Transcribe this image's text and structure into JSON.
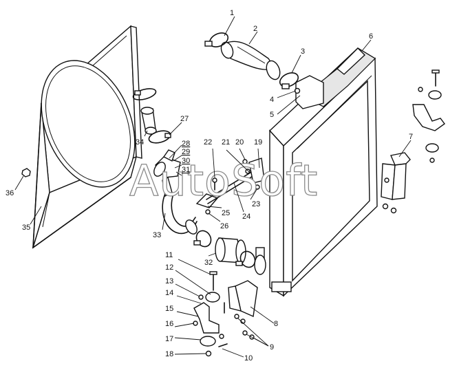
{
  "watermark": "AutoSoft",
  "callouts": [
    {
      "id": "c1",
      "label": "1"
    },
    {
      "id": "c2",
      "label": "2"
    },
    {
      "id": "c3",
      "label": "3"
    },
    {
      "id": "c4",
      "label": "4"
    },
    {
      "id": "c5",
      "label": "5"
    },
    {
      "id": "c6",
      "label": "6"
    },
    {
      "id": "c7",
      "label": "7"
    },
    {
      "id": "c8",
      "label": "8"
    },
    {
      "id": "c9",
      "label": "9"
    },
    {
      "id": "c10",
      "label": "10"
    },
    {
      "id": "c11",
      "label": "11"
    },
    {
      "id": "c12",
      "label": "12"
    },
    {
      "id": "c13",
      "label": "13"
    },
    {
      "id": "c14",
      "label": "14"
    },
    {
      "id": "c15",
      "label": "15"
    },
    {
      "id": "c16",
      "label": "16"
    },
    {
      "id": "c17",
      "label": "17"
    },
    {
      "id": "c18",
      "label": "18"
    },
    {
      "id": "c19",
      "label": "19"
    },
    {
      "id": "c20",
      "label": "20"
    },
    {
      "id": "c21",
      "label": "21"
    },
    {
      "id": "c22",
      "label": "22"
    },
    {
      "id": "c23",
      "label": "23"
    },
    {
      "id": "c24",
      "label": "24"
    },
    {
      "id": "c25",
      "label": "25"
    },
    {
      "id": "c26",
      "label": "26"
    },
    {
      "id": "c27",
      "label": "27"
    },
    {
      "id": "c28",
      "label": "28"
    },
    {
      "id": "c29",
      "label": "29"
    },
    {
      "id": "c30",
      "label": "30"
    },
    {
      "id": "c31",
      "label": "31"
    },
    {
      "id": "c32",
      "label": "32"
    },
    {
      "id": "c33",
      "label": "33"
    },
    {
      "id": "c34",
      "label": "34"
    },
    {
      "id": "c35",
      "label": "35"
    },
    {
      "id": "c36",
      "label": "36"
    }
  ]
}
